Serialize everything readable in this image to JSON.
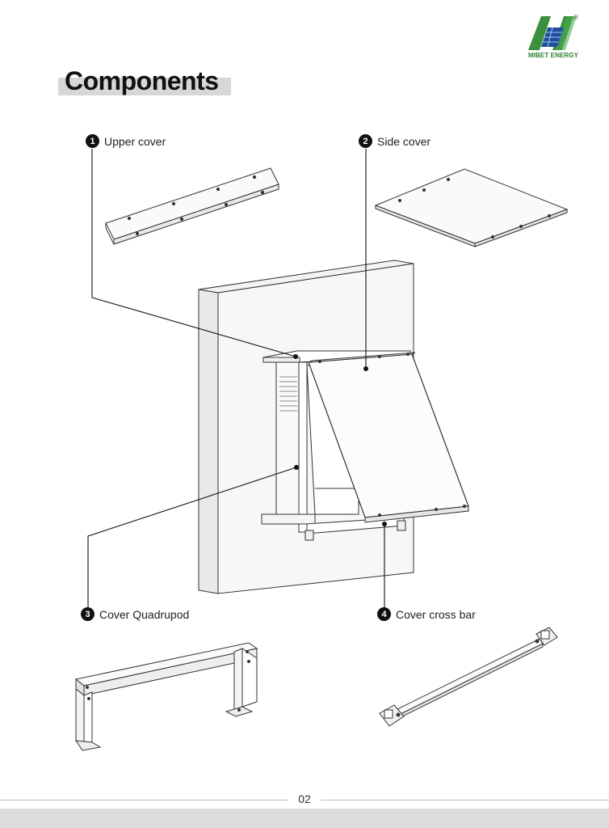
{
  "brand": {
    "name": "MIBET ENERGY",
    "registered": "®",
    "color": "#2e7d32"
  },
  "heading": "Components",
  "components": [
    {
      "number": "1",
      "label": "Upper cover"
    },
    {
      "number": "2",
      "label": "Side cover"
    },
    {
      "number": "3",
      "label": "Cover  Quadrupod"
    },
    {
      "number": "4",
      "label": "Cover cross bar"
    }
  ],
  "footer": {
    "page": "02"
  }
}
